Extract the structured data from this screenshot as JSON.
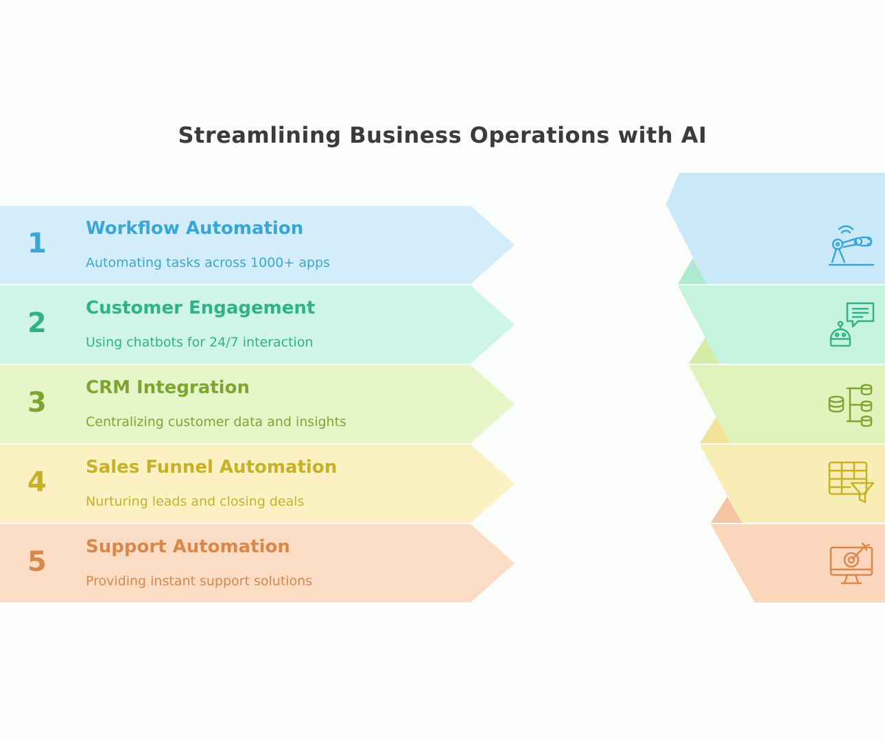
{
  "title": "Streamlining Business Operations with AI",
  "items": [
    {
      "number": "1",
      "title": "Workflow Automation",
      "description": "Automating tasks across 1000+ apps",
      "icon": "robot-arm-icon",
      "bg": "#d3eefa",
      "fg": "#39a6d6",
      "side": "#c9e9f8",
      "dark": "#b3def4"
    },
    {
      "number": "2",
      "title": "Customer Engagement",
      "description": "Using chatbots for 24/7 interaction",
      "icon": "chatbot-icon",
      "bg": "#cff5e6",
      "fg": "#2fb386",
      "side": "#c6f2e0",
      "dark": "#aeead1"
    },
    {
      "number": "3",
      "title": "CRM Integration",
      "description": "Centralizing customer data and insights",
      "icon": "database-hierarchy-icon",
      "bg": "#e7f6c9",
      "fg": "#7da52f",
      "side": "#e0f3bc",
      "dark": "#d2eca3"
    },
    {
      "number": "4",
      "title": "Sales Funnel Automation",
      "description": "Nurturing leads and closing deals",
      "icon": "table-funnel-icon",
      "bg": "#fbf1c2",
      "fg": "#c7b127",
      "side": "#f8edb5",
      "dark": "#f2e29a"
    },
    {
      "number": "5",
      "title": "Support Automation",
      "description": "Providing instant support solutions",
      "icon": "monitor-target-icon",
      "bg": "#fbdcc4",
      "fg": "#d9884a",
      "side": "#f9d6bc",
      "dark": "#f3c5a2"
    }
  ]
}
